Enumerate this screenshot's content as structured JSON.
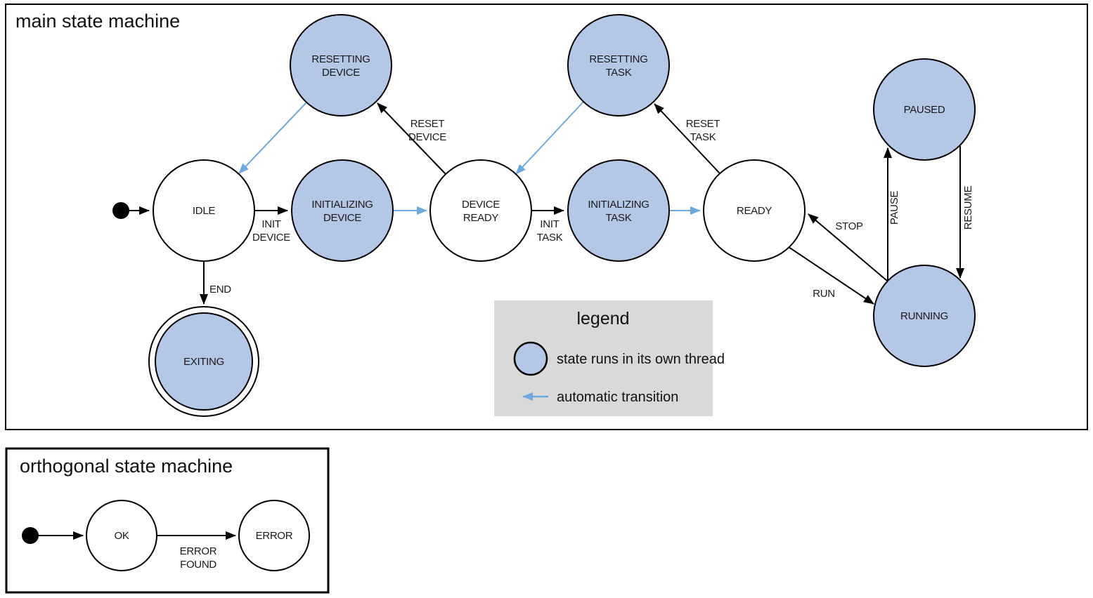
{
  "colors": {
    "threaded_state_fill": "#b4c7e7",
    "automatic_transition_blue": "#6fa8dc",
    "legend_background": "#d9d9d9",
    "line_black": "#000000"
  },
  "main": {
    "title": "main state machine",
    "states": {
      "resetting_device": {
        "line1": "RESETTING",
        "line2": "DEVICE"
      },
      "resetting_task": {
        "line1": "RESETTING",
        "line2": "TASK"
      },
      "paused": {
        "label": "PAUSED"
      },
      "idle": {
        "label": "IDLE"
      },
      "initializing_device": {
        "line1": "INITIALIZING",
        "line2": "DEVICE"
      },
      "device_ready": {
        "line1": "DEVICE",
        "line2": "READY"
      },
      "initializing_task": {
        "line1": "INITIALIZING",
        "line2": "TASK"
      },
      "ready": {
        "label": "READY"
      },
      "running": {
        "label": "RUNNING"
      },
      "exiting": {
        "label": "EXITING"
      }
    },
    "transitions": {
      "init_device": {
        "line1": "INIT",
        "line2": "DEVICE"
      },
      "reset_device": {
        "line1": "RESET",
        "line2": "DEVICE"
      },
      "init_task": {
        "line1": "INIT",
        "line2": "TASK"
      },
      "reset_task": {
        "line1": "RESET",
        "line2": "TASK"
      },
      "end": {
        "label": "END"
      },
      "stop": {
        "label": "STOP"
      },
      "run": {
        "label": "RUN"
      },
      "pause": {
        "label": "PAUSE"
      },
      "resume": {
        "label": "RESUME"
      }
    },
    "legend": {
      "title": "legend",
      "threaded_label": "state runs in its own thread",
      "automatic_label": "automatic transition"
    }
  },
  "orthogonal": {
    "title": "orthogonal state machine",
    "states": {
      "ok": {
        "label": "OK"
      },
      "error": {
        "label": "ERROR"
      }
    },
    "transitions": {
      "error_found": {
        "line1": "ERROR",
        "line2": "FOUND"
      }
    }
  }
}
